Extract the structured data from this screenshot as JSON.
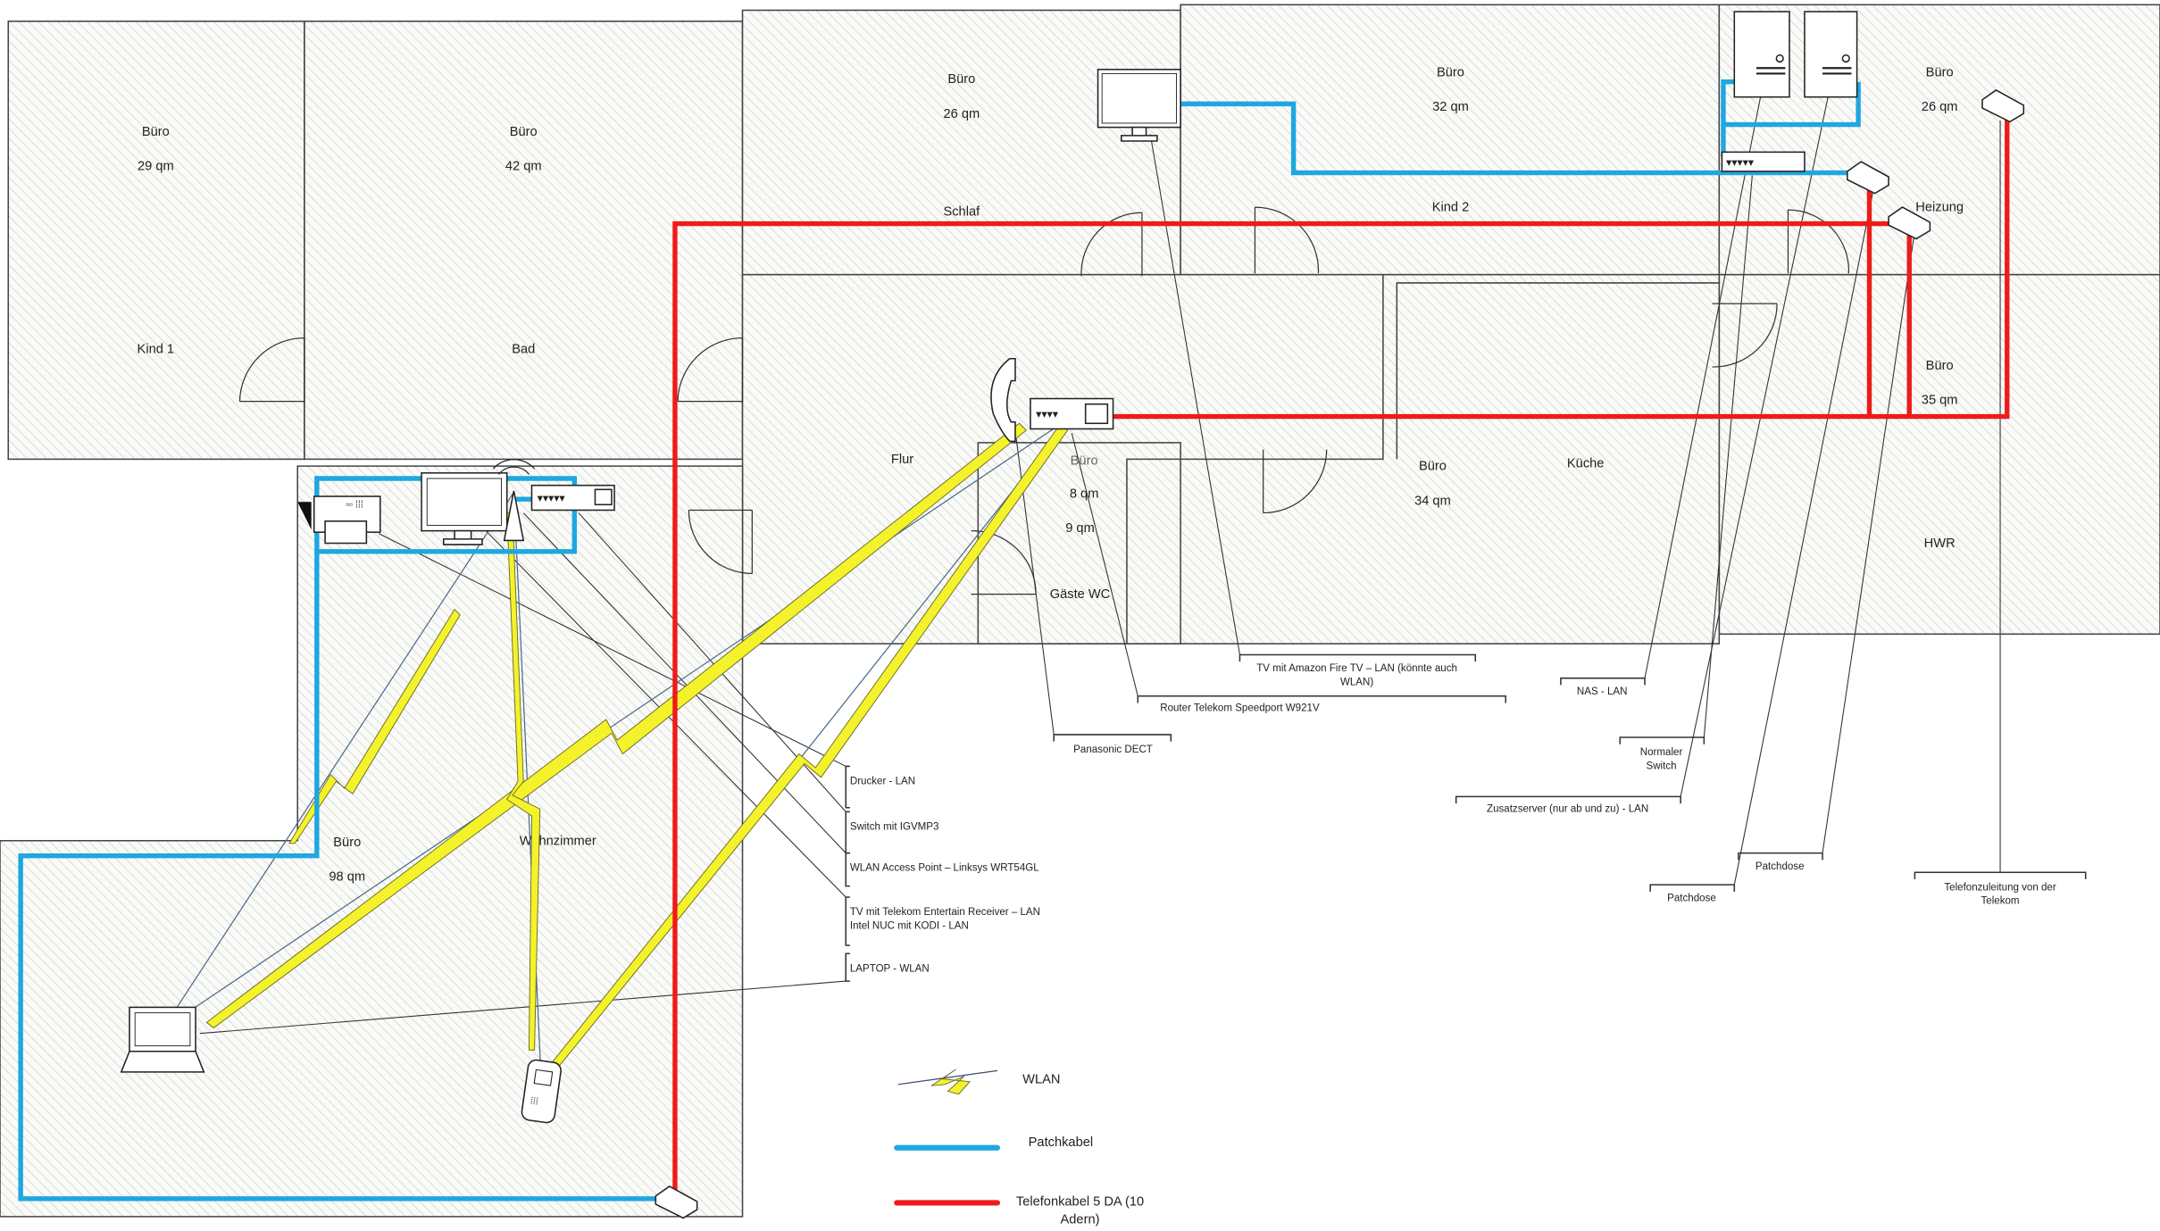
{
  "colors": {
    "patchkabel": "#1ea7e1",
    "telefonkabel": "#ee1b1b",
    "wlan": "#f4f22a"
  },
  "rooms": {
    "r1": {
      "name": "Büro",
      "area": "29 qm",
      "use": "Kind 1"
    },
    "r2": {
      "name": "Büro",
      "area": "42 qm",
      "use": "Bad"
    },
    "r3": {
      "name": "Büro",
      "area": "26 qm",
      "use": "Schlaf"
    },
    "r4": {
      "name": "Büro",
      "area": "32 qm",
      "use": "Kind 2"
    },
    "r5": {
      "name": "Büro",
      "area": "26 qm",
      "use": "Heizung"
    },
    "r6": {
      "name": "Büro",
      "area": "35 qm",
      "use": "HWR"
    },
    "r7": {
      "name": "Büro",
      "area": "34 qm",
      "use": "Küche"
    },
    "r8": {
      "name": "Büro",
      "area": "8 qm",
      "area2": "9 qm",
      "use": "Gäste WC"
    },
    "r9": {
      "name": "Büro",
      "area": "98 qm",
      "use": "Wohnzimmer"
    },
    "flur": "Flur"
  },
  "callouts": {
    "tv_fire": [
      "TV mit Amazon Fire TV – LAN (könnte auch",
      "WLAN)"
    ],
    "router": "Router Telekom Speedport W921V",
    "dect": "Panasonic DECT",
    "nas": "NAS - LAN",
    "switch": [
      "Normaler",
      "Switch"
    ],
    "zusatz": "Zusatzserver (nur ab und zu) - LAN",
    "patch1": "Patchdose",
    "patch2": "Patchdose",
    "telefon": [
      "Telefonzuleitung von der",
      "Telekom"
    ],
    "drucker": "Drucker - LAN",
    "igmp": "Switch mit IGVMP3",
    "ap": "WLAN Access Point – Linksys WRT54GL",
    "tv_telekom": [
      "TV mit Telekom Entertain Receiver – LAN",
      "Intel NUC mit KODI - LAN"
    ],
    "laptop": "LAPTOP - WLAN"
  },
  "legend": {
    "wlan": "WLAN",
    "patch": "Patchkabel",
    "tel": [
      "Telefonkabel 5 DA (10",
      "Adern)"
    ]
  }
}
